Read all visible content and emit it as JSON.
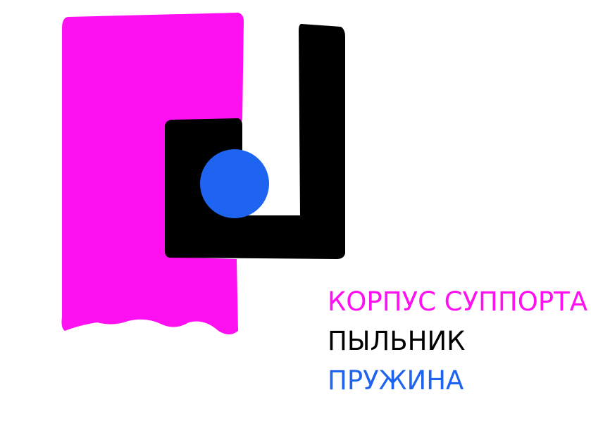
{
  "components": {
    "housing": {
      "label": "КОРПУС СУППОРТА",
      "color": "#ff10f0"
    },
    "dust_boot": {
      "label": "ПЫЛЬНИК",
      "color": "#000000"
    },
    "spring": {
      "label": "ПРУЖИНА",
      "color": "#1e64f0"
    }
  }
}
